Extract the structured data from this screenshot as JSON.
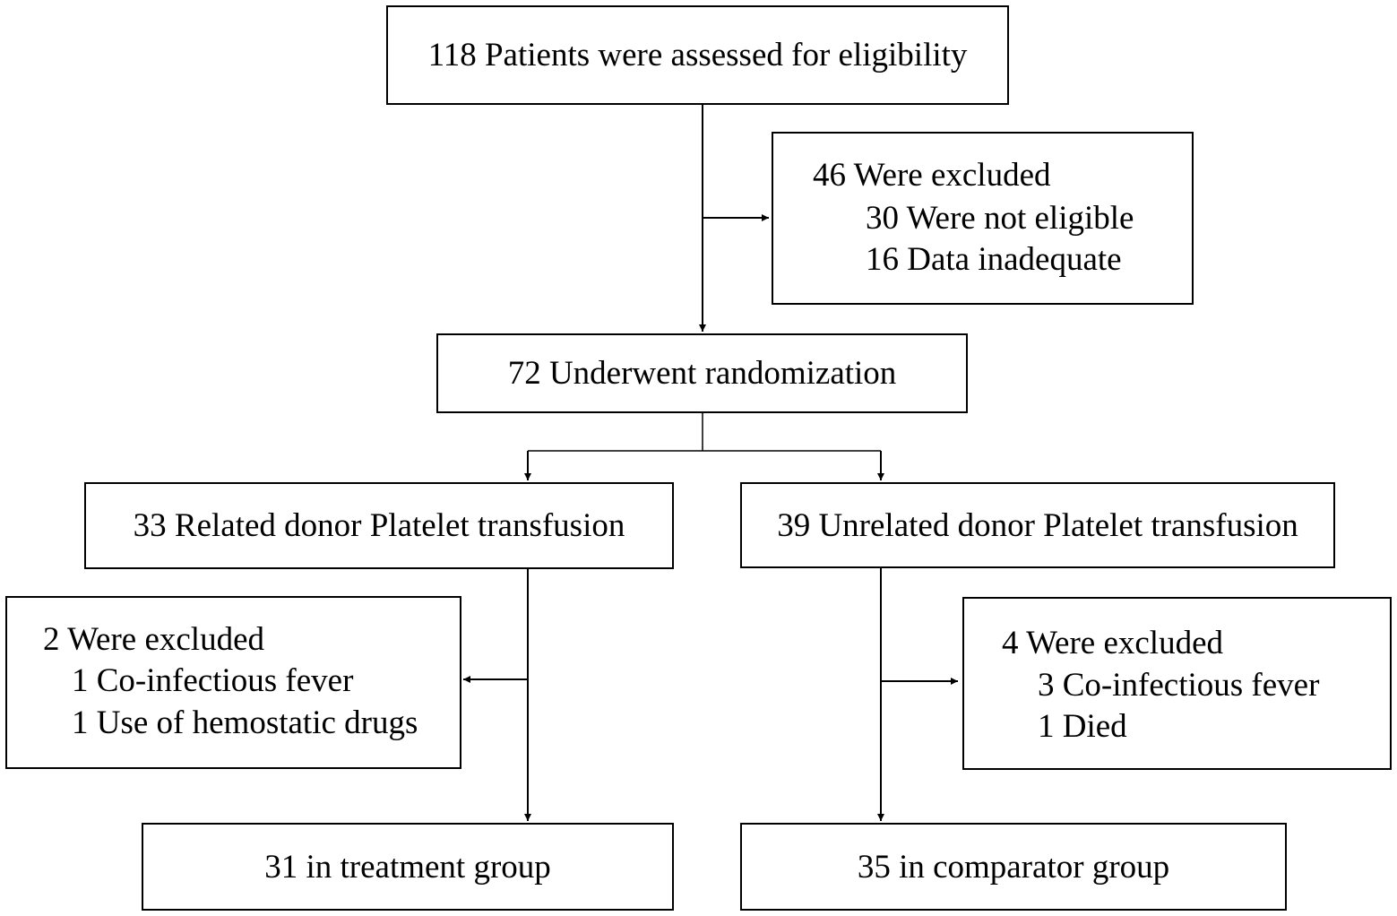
{
  "assessed": {
    "text": "118 Patients were assessed for eligibility"
  },
  "excluded_initial": {
    "heading": "46 Were excluded",
    "reasons": [
      "30 Were not eligible",
      "16  Data inadequate"
    ]
  },
  "randomized": {
    "text": "72 Underwent randomization"
  },
  "arms": {
    "related": {
      "allocation": "33 Related donor Platelet transfusion",
      "excluded_heading": "2 Were excluded",
      "excluded_reasons": [
        "1 Co-infectious fever",
        "1 Use of hemostatic drugs"
      ],
      "final": "31 in treatment group"
    },
    "unrelated": {
      "allocation": "39 Unrelated donor Platelet transfusion",
      "excluded_heading": "4 Were excluded",
      "excluded_reasons": [
        "3 Co-infectious fever",
        "1 Died"
      ],
      "final": "35 in comparator group"
    }
  }
}
